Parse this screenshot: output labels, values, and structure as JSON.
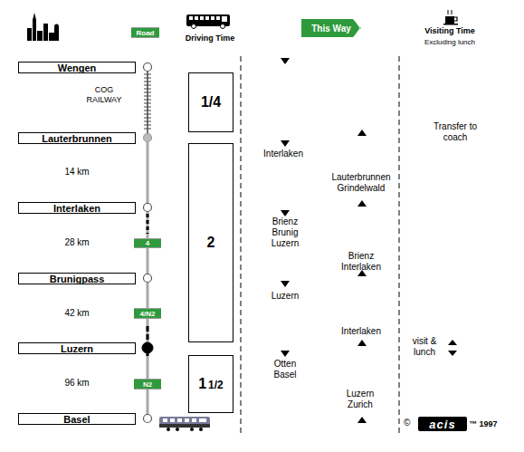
{
  "diagram": {
    "nodes": [
      {
        "text": [
          "Road"
        ]
      },
      {
        "text": [
          "This Way"
        ]
      },
      {
        "text": [
          "Wengen"
        ]
      },
      {
        "text": [
          "1/4"
        ]
      },
      {
        "text": [
          "Lauterbrunnen"
        ]
      },
      {
        "text": [
          "2"
        ]
      },
      {
        "text": [
          "Interlaken"
        ]
      },
      {
        "text": [
          "4"
        ]
      },
      {
        "text": [
          "Brunigpass"
        ]
      },
      {
        "text": [
          "4/N2"
        ]
      },
      {
        "text": [
          "Luzern"
        ]
      },
      {
        "text": [
          "1",
          "1/2"
        ]
      },
      {
        "text": [
          "N2"
        ]
      },
      {
        "text": [
          "Basel"
        ]
      },
      {
        "text": [
          "acis"
        ]
      }
    ],
    "labels": [
      "Driving Time",
      "Visiting Time",
      "Excluding lunch",
      "COG RAILWAY",
      "14 km",
      "28 km",
      "42 km",
      "96 km",
      "Interlaken",
      "Brienz Brunig Luzern",
      "Luzern",
      "Otten Basel",
      "Lauterbrunnen Grindelwald",
      "Brienz Interlaken",
      "Interlaken",
      "Luzern Zurich",
      "Transfer to coach",
      "visit & lunch",
      "©",
      "™ 1997"
    ]
  }
}
